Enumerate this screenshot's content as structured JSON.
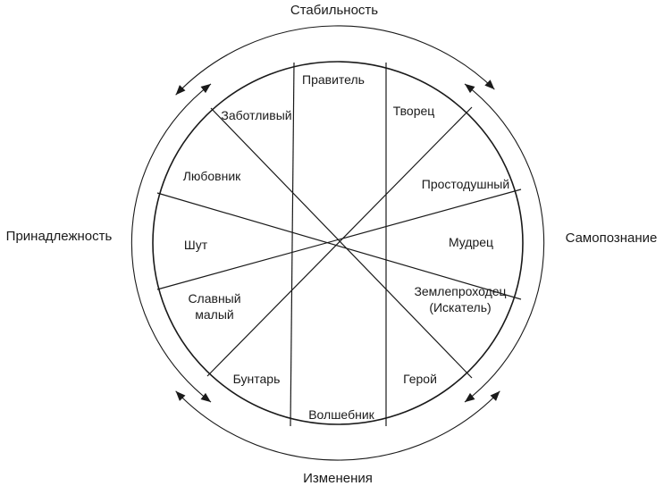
{
  "axes": {
    "top": "Стабильность",
    "bottom": "Изменения",
    "left": "Принадлежность",
    "right": "Самопознание"
  },
  "segments": [
    {
      "name": "segment-pravitel",
      "lines": [
        "Правитель"
      ]
    },
    {
      "name": "segment-tvorets",
      "lines": [
        "Творец"
      ]
    },
    {
      "name": "segment-prostodushny",
      "lines": [
        "Простодушный"
      ]
    },
    {
      "name": "segment-mudrets",
      "lines": [
        "Мудрец"
      ]
    },
    {
      "name": "segment-zemleprokhodets",
      "lines": [
        "Землепроходец",
        "(Искатель)"
      ]
    },
    {
      "name": "segment-geroy",
      "lines": [
        "Герой"
      ]
    },
    {
      "name": "segment-volshebnik",
      "lines": [
        "Волшебник"
      ]
    },
    {
      "name": "segment-buntar",
      "lines": [
        "Бунтарь"
      ]
    },
    {
      "name": "segment-slavny-maly",
      "lines": [
        "Славный",
        "малый"
      ]
    },
    {
      "name": "segment-shut",
      "lines": [
        "Шут"
      ]
    },
    {
      "name": "segment-lyubovnik",
      "lines": [
        "Любовник"
      ]
    },
    {
      "name": "segment-zabotlivy",
      "lines": [
        "Заботливый"
      ]
    }
  ]
}
